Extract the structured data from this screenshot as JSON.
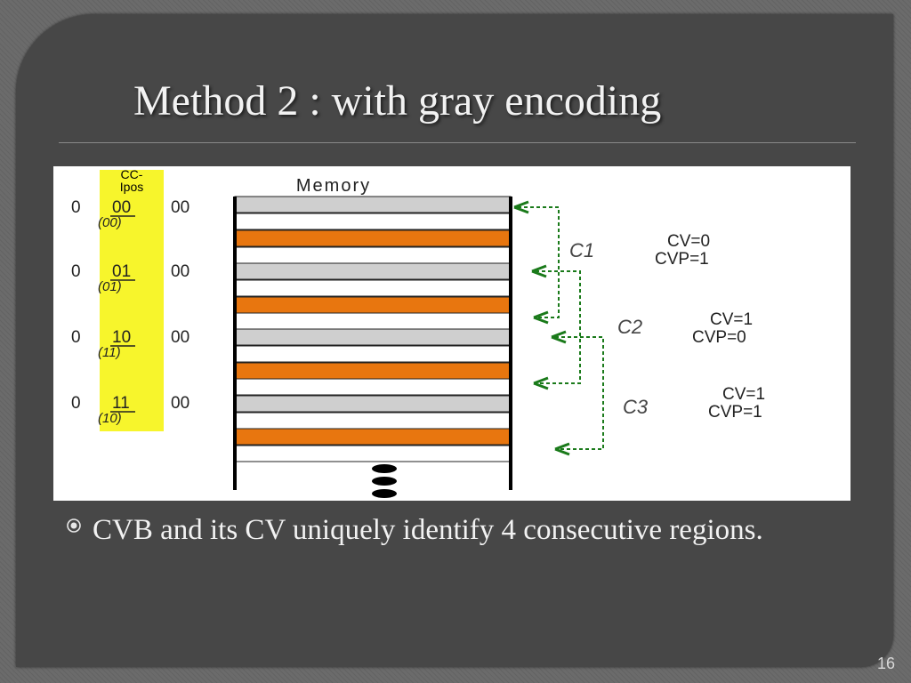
{
  "slide": {
    "title": "Method 2 : with gray encoding",
    "bullet": "CVB and its CV uniquely identify 4 consecutive regions.",
    "page_number": "16"
  },
  "diagram": {
    "column_header": "CC‑\nIpos",
    "column_header_line1": "CC-",
    "column_header_line2": "Ipos",
    "memory_label": "Memory",
    "rows": [
      {
        "prefix": "0",
        "bits": "00",
        "suffix": "00",
        "gray": "(00)"
      },
      {
        "prefix": "0",
        "bits": "01",
        "suffix": "00",
        "gray": "(01)"
      },
      {
        "prefix": "0",
        "bits": "10",
        "suffix": "00",
        "gray": "(11)"
      },
      {
        "prefix": "0",
        "bits": "11",
        "suffix": "00",
        "gray": "(10)"
      }
    ],
    "colors": {
      "gray_band": "#cfcfcf",
      "orange_band": "#e8760f",
      "highlight": "#f7f52c",
      "arrow": "#1a7a1a"
    },
    "groups": [
      {
        "name": "C1",
        "cv": "CV=0",
        "cvp": "CVP=1"
      },
      {
        "name": "C2",
        "cv": "CV=1",
        "cvp": "CVP=0"
      },
      {
        "name": "C3",
        "cv": "CV=1",
        "cvp": "CVP=1"
      }
    ]
  }
}
